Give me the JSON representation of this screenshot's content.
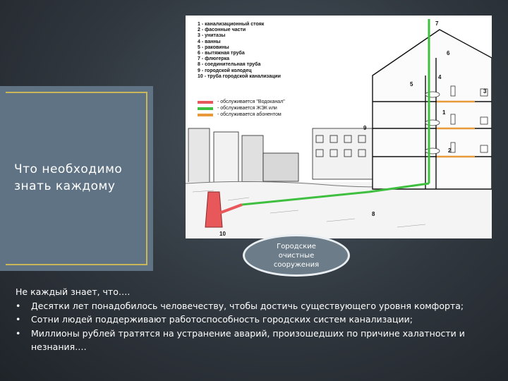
{
  "title": "Что необходимо знать каждому",
  "diagram": {
    "legend": [
      "1 - канализационный стояк",
      "2 - фасонные части",
      "3 - унитазы",
      "4 - ванны",
      "5 - раковины",
      "6 - вытяжная труба",
      "7 - флюгерка",
      "8 - соединительная труба",
      "9 - городской колодец",
      "10 - труба городской канализации"
    ],
    "color_key": [
      {
        "label": "- обслуживается \"Водоканал\"",
        "color": "#e8585a"
      },
      {
        "label": "- обслуживается ЖЭК или",
        "color": "#3fbf3f"
      },
      {
        "label": "- обслуживается абонентом",
        "color": "#e89a3a"
      }
    ],
    "numbers": [
      "1",
      "2",
      "3",
      "4",
      "5",
      "6",
      "7",
      "8",
      "9",
      "10"
    ]
  },
  "callout": "Городские очистные сооружения",
  "body": {
    "intro": "Не каждый знает, что….",
    "bullets": [
      "Десятки лет понадобилось человечеству, чтобы достичь существующего уровня комфорта;",
      "Сотни людей поддерживают  работоспособность городских систем  канализации;",
      "Миллионы  рублей тратятся на устранение аварий, произошедших по причине халатности и незнания…."
    ]
  }
}
